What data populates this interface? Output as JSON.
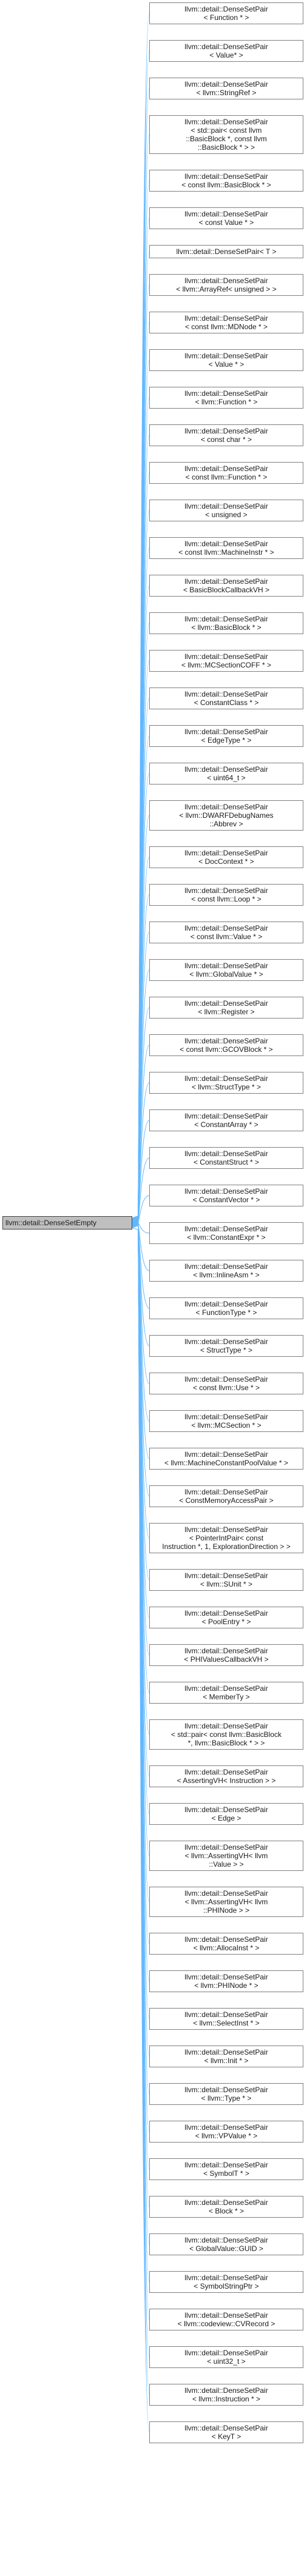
{
  "root": {
    "label": "llvm::detail::DenseSetEmpty"
  },
  "edge_color": "#63b8ff",
  "nodes": [
    {
      "lines": [
        "llvm::detail::DenseSetPair",
        "< Function * >"
      ]
    },
    {
      "lines": [
        "llvm::detail::DenseSetPair",
        "< Value* >"
      ]
    },
    {
      "lines": [
        "llvm::detail::DenseSetPair",
        "< llvm::StringRef >"
      ]
    },
    {
      "lines": [
        "llvm::detail::DenseSetPair",
        "< std::pair< const llvm",
        "::BasicBlock *, const llvm",
        "::BasicBlock * > >"
      ]
    },
    {
      "lines": [
        "llvm::detail::DenseSetPair",
        "< const llvm::BasicBlock * >"
      ]
    },
    {
      "lines": [
        "llvm::detail::DenseSetPair",
        "< const Value * >"
      ]
    },
    {
      "lines": [
        "llvm::detail::DenseSetPair< T >"
      ]
    },
    {
      "lines": [
        "llvm::detail::DenseSetPair",
        "< llvm::ArrayRef< unsigned > >"
      ]
    },
    {
      "lines": [
        "llvm::detail::DenseSetPair",
        "< const llvm::MDNode * >"
      ]
    },
    {
      "lines": [
        "llvm::detail::DenseSetPair",
        "< Value * >"
      ]
    },
    {
      "lines": [
        "llvm::detail::DenseSetPair",
        "< llvm::Function * >"
      ]
    },
    {
      "lines": [
        "llvm::detail::DenseSetPair",
        "< const char * >"
      ]
    },
    {
      "lines": [
        "llvm::detail::DenseSetPair",
        "< const llvm::Function * >"
      ]
    },
    {
      "lines": [
        "llvm::detail::DenseSetPair",
        "< unsigned >"
      ]
    },
    {
      "lines": [
        "llvm::detail::DenseSetPair",
        "< const llvm::MachineInstr * >"
      ]
    },
    {
      "lines": [
        "llvm::detail::DenseSetPair",
        "< BasicBlockCallbackVH >"
      ]
    },
    {
      "lines": [
        "llvm::detail::DenseSetPair",
        "< llvm::BasicBlock * >"
      ]
    },
    {
      "lines": [
        "llvm::detail::DenseSetPair",
        "< llvm::MCSectionCOFF * >"
      ]
    },
    {
      "lines": [
        "llvm::detail::DenseSetPair",
        "< ConstantClass * >"
      ]
    },
    {
      "lines": [
        "llvm::detail::DenseSetPair",
        "< EdgeType * >"
      ]
    },
    {
      "lines": [
        "llvm::detail::DenseSetPair",
        "< uint64_t >"
      ]
    },
    {
      "lines": [
        "llvm::detail::DenseSetPair",
        "< llvm::DWARFDebugNames",
        "::Abbrev >"
      ]
    },
    {
      "lines": [
        "llvm::detail::DenseSetPair",
        "< DocContext * >"
      ]
    },
    {
      "lines": [
        "llvm::detail::DenseSetPair",
        "< const llvm::Loop * >"
      ]
    },
    {
      "lines": [
        "llvm::detail::DenseSetPair",
        "< const llvm::Value * >"
      ]
    },
    {
      "lines": [
        "llvm::detail::DenseSetPair",
        "< llvm::GlobalValue * >"
      ]
    },
    {
      "lines": [
        "llvm::detail::DenseSetPair",
        "< llvm::Register >"
      ]
    },
    {
      "lines": [
        "llvm::detail::DenseSetPair",
        "< const llvm::GCOVBlock * >"
      ]
    },
    {
      "lines": [
        "llvm::detail::DenseSetPair",
        "< llvm::StructType * >"
      ]
    },
    {
      "lines": [
        "llvm::detail::DenseSetPair",
        "< ConstantArray * >"
      ]
    },
    {
      "lines": [
        "llvm::detail::DenseSetPair",
        "< ConstantStruct * >"
      ]
    },
    {
      "lines": [
        "llvm::detail::DenseSetPair",
        "< ConstantVector * >"
      ]
    },
    {
      "lines": [
        "llvm::detail::DenseSetPair",
        "< llvm::ConstantExpr * >"
      ]
    },
    {
      "lines": [
        "llvm::detail::DenseSetPair",
        "< llvm::InlineAsm * >"
      ]
    },
    {
      "lines": [
        "llvm::detail::DenseSetPair",
        "< FunctionType * >"
      ]
    },
    {
      "lines": [
        "llvm::detail::DenseSetPair",
        "< StructType * >"
      ]
    },
    {
      "lines": [
        "llvm::detail::DenseSetPair",
        "< const llvm::Use * >"
      ]
    },
    {
      "lines": [
        "llvm::detail::DenseSetPair",
        "< llvm::MCSection * >"
      ]
    },
    {
      "lines": [
        "llvm::detail::DenseSetPair",
        "< llvm::MachineConstantPoolValue * >"
      ]
    },
    {
      "lines": [
        "llvm::detail::DenseSetPair",
        "< ConstMemoryAccessPair >"
      ]
    },
    {
      "lines": [
        "llvm::detail::DenseSetPair",
        "< PointerIntPair< const",
        "Instruction *, 1, ExplorationDirection > >"
      ]
    },
    {
      "lines": [
        "llvm::detail::DenseSetPair",
        "< llvm::SUnit * >"
      ]
    },
    {
      "lines": [
        "llvm::detail::DenseSetPair",
        "< PoolEntry * >"
      ]
    },
    {
      "lines": [
        "llvm::detail::DenseSetPair",
        "< PHIValuesCallbackVH >"
      ]
    },
    {
      "lines": [
        "llvm::detail::DenseSetPair",
        "< MemberTy >"
      ]
    },
    {
      "lines": [
        "llvm::detail::DenseSetPair",
        "< std::pair< const llvm::BasicBlock",
        "*, llvm::BasicBlock * > >"
      ]
    },
    {
      "lines": [
        "llvm::detail::DenseSetPair",
        "< AssertingVH< Instruction > >"
      ]
    },
    {
      "lines": [
        "llvm::detail::DenseSetPair",
        "< Edge >"
      ]
    },
    {
      "lines": [
        "llvm::detail::DenseSetPair",
        "< llvm::AssertingVH< llvm",
        "::Value > >"
      ]
    },
    {
      "lines": [
        "llvm::detail::DenseSetPair",
        "< llvm::AssertingVH< llvm",
        "::PHINode > >"
      ]
    },
    {
      "lines": [
        "llvm::detail::DenseSetPair",
        "< llvm::AllocaInst * >"
      ]
    },
    {
      "lines": [
        "llvm::detail::DenseSetPair",
        "< llvm::PHINode * >"
      ]
    },
    {
      "lines": [
        "llvm::detail::DenseSetPair",
        "< llvm::SelectInst * >"
      ]
    },
    {
      "lines": [
        "llvm::detail::DenseSetPair",
        "< llvm::Init * >"
      ]
    },
    {
      "lines": [
        "llvm::detail::DenseSetPair",
        "< llvm::Type * >"
      ]
    },
    {
      "lines": [
        "llvm::detail::DenseSetPair",
        "< llvm::VPValue * >"
      ]
    },
    {
      "lines": [
        "llvm::detail::DenseSetPair",
        "< SymbolT * >"
      ]
    },
    {
      "lines": [
        "llvm::detail::DenseSetPair",
        "< Block * >"
      ]
    },
    {
      "lines": [
        "llvm::detail::DenseSetPair",
        "< GlobalValue::GUID >"
      ]
    },
    {
      "lines": [
        "llvm::detail::DenseSetPair",
        "< SymbolStringPtr >"
      ]
    },
    {
      "lines": [
        "llvm::detail::DenseSetPair",
        "< llvm::codeview::CVRecord >"
      ]
    },
    {
      "lines": [
        "llvm::detail::DenseSetPair",
        "< uint32_t >"
      ]
    },
    {
      "lines": [
        "llvm::detail::DenseSetPair",
        "< llvm::Instruction * >"
      ]
    },
    {
      "lines": [
        "llvm::detail::DenseSetPair",
        "< KeyT >"
      ]
    }
  ]
}
